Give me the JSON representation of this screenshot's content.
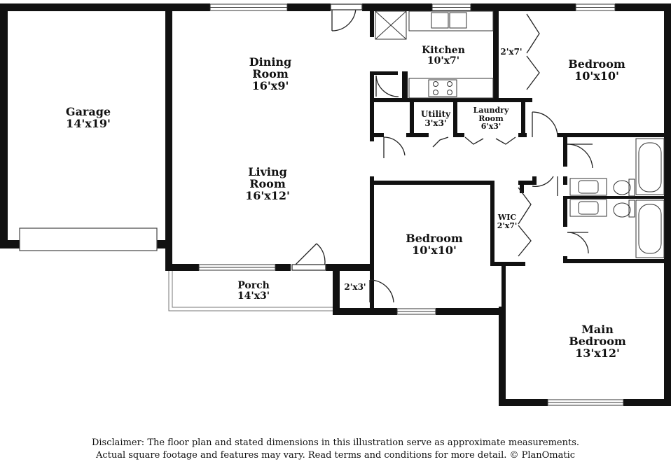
{
  "rooms": {
    "garage": {
      "name": "Garage",
      "dim": "14'x19'"
    },
    "dining": {
      "name1": "Dining",
      "name2": "Room",
      "dim": "16'x9'"
    },
    "living": {
      "name1": "Living",
      "name2": "Room",
      "dim": "16'x12'"
    },
    "kitchen": {
      "name": "Kitchen",
      "dim": "10'x7'"
    },
    "closet_top": {
      "dim": "2'x7'"
    },
    "bedroom_ne": {
      "name": "Bedroom",
      "dim": "10'x10'"
    },
    "utility": {
      "name": "Utility",
      "dim": "3'x3'"
    },
    "laundry": {
      "name1": "Laundry",
      "name2": "Room",
      "dim": "6'x3'"
    },
    "bedroom_mid": {
      "name": "Bedroom",
      "dim": "10'x10'"
    },
    "wic": {
      "name": "WIC",
      "dim": "2'x7'"
    },
    "closet_small": {
      "dim": "2'x3'"
    },
    "porch": {
      "name": "Porch",
      "dim": "14'x3'"
    },
    "main_bedroom": {
      "name1": "Main",
      "name2": "Bedroom",
      "dim": "13'x12'"
    }
  },
  "disclaimer": {
    "line1": "Disclaimer: The floor plan and stated dimensions in this illustration serve as approximate measurements.",
    "line2": "Actual square footage and features may vary. Read terms and conditions for more detail. © PlanOmatic"
  }
}
